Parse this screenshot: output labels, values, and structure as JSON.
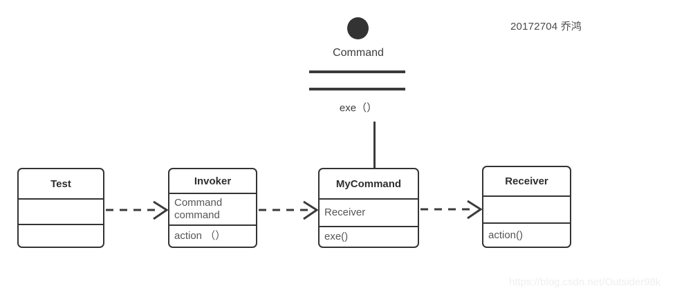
{
  "credit": "20172704 乔鸿",
  "watermark": "https://blog.csdn.net/Outsider98k",
  "interface": {
    "name": "Command",
    "operation": "exe（）",
    "icon": "filled-circle-lollipop"
  },
  "classes": [
    {
      "id": "test",
      "name": "Test",
      "attributes": [],
      "operations": []
    },
    {
      "id": "invoker",
      "name": "Invoker",
      "attributes": [
        "Command",
        "command"
      ],
      "operations": [
        "action （）"
      ]
    },
    {
      "id": "mycommand",
      "name": "MyCommand",
      "attributes": [
        "Receiver"
      ],
      "operations": [
        "exe()"
      ]
    },
    {
      "id": "receiver",
      "name": "Receiver",
      "attributes": [],
      "operations": [
        "action()"
      ]
    }
  ],
  "connectors": [
    {
      "id": "test-to-invoker",
      "from": "Test",
      "to": "Invoker",
      "style": "dashed",
      "arrow": "open",
      "kind": "dependency"
    },
    {
      "id": "invoker-to-mycommand",
      "from": "Invoker",
      "to": "MyCommand",
      "style": "dashed",
      "arrow": "open",
      "kind": "dependency"
    },
    {
      "id": "mycommand-to-receiver",
      "from": "MyCommand",
      "to": "Receiver",
      "style": "dashed",
      "arrow": "open",
      "kind": "dependency"
    },
    {
      "id": "command-to-mycommand",
      "from": "Command",
      "to": "MyCommand",
      "style": "solid",
      "arrow": "none",
      "kind": "realization-lollipop"
    }
  ],
  "colors": {
    "stroke": "#333333",
    "text": "#3a3a3a",
    "attribute_text": "#555555",
    "background": "#ffffff",
    "watermark": "#efefef"
  }
}
